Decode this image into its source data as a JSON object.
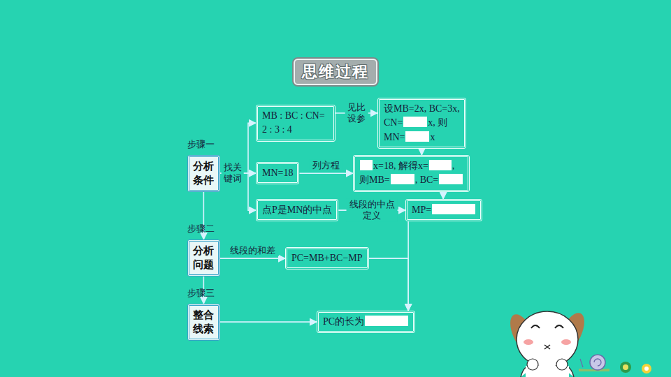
{
  "diagram": {
    "title": "思维过程",
    "nodes": [
      {
        "text": [
          "分析 条件"
        ]
      },
      {
        "text": [
          "MB : BC : CN= 2 : 3 : 4"
        ]
      },
      {
        "text": [
          "MN=18"
        ]
      },
      {
        "text": [
          "点P是MN的中点"
        ]
      },
      {
        "text": [
          "设MB=2x, BC=3x,",
          "CN=",
          "x, 则",
          "MN=",
          "x"
        ]
      },
      {
        "text": [
          "x=18, 解得x=",
          ",",
          "则MB=",
          ", BC="
        ]
      },
      {
        "text": [
          "MP="
        ]
      },
      {
        "text": [
          "分析 问题"
        ]
      },
      {
        "text": [
          "PC=MB+BC−MP"
        ]
      },
      {
        "text": [
          "整合 线索"
        ]
      },
      {
        "text": [
          "PC的长为"
        ]
      }
    ],
    "edges": [
      {
        "from": 0,
        "to": 1,
        "arrow": "to"
      },
      {
        "from": 0,
        "to": 2,
        "label": "找关 键词",
        "arrow": "to"
      },
      {
        "from": 0,
        "to": 3,
        "arrow": "to"
      },
      {
        "from": 1,
        "to": 4,
        "label": "见比 设参",
        "arrow": "to"
      },
      {
        "from": 2,
        "to": 5,
        "label": "列方程",
        "arrow": "to"
      },
      {
        "from": 3,
        "to": 6,
        "label": "线段的中点 定义",
        "arrow": "to"
      },
      {
        "from": 4,
        "to": 5,
        "arrow": "to"
      },
      {
        "from": 5,
        "to": 6,
        "arrow": "to"
      },
      {
        "from": 0,
        "to": 7,
        "arrow": "to"
      },
      {
        "from": 7,
        "to": 8,
        "label": "线段的和差",
        "arrow": "to"
      },
      {
        "from": 7,
        "to": 9,
        "arrow": "to"
      },
      {
        "from": 8,
        "to": 10,
        "arrow": "to"
      },
      {
        "from": 6,
        "to": 10,
        "arrow": "to"
      },
      {
        "from": 9,
        "to": 10,
        "arrow": "to"
      }
    ],
    "labels": [
      "步骤一",
      "步骤二",
      "步骤三"
    ]
  }
}
